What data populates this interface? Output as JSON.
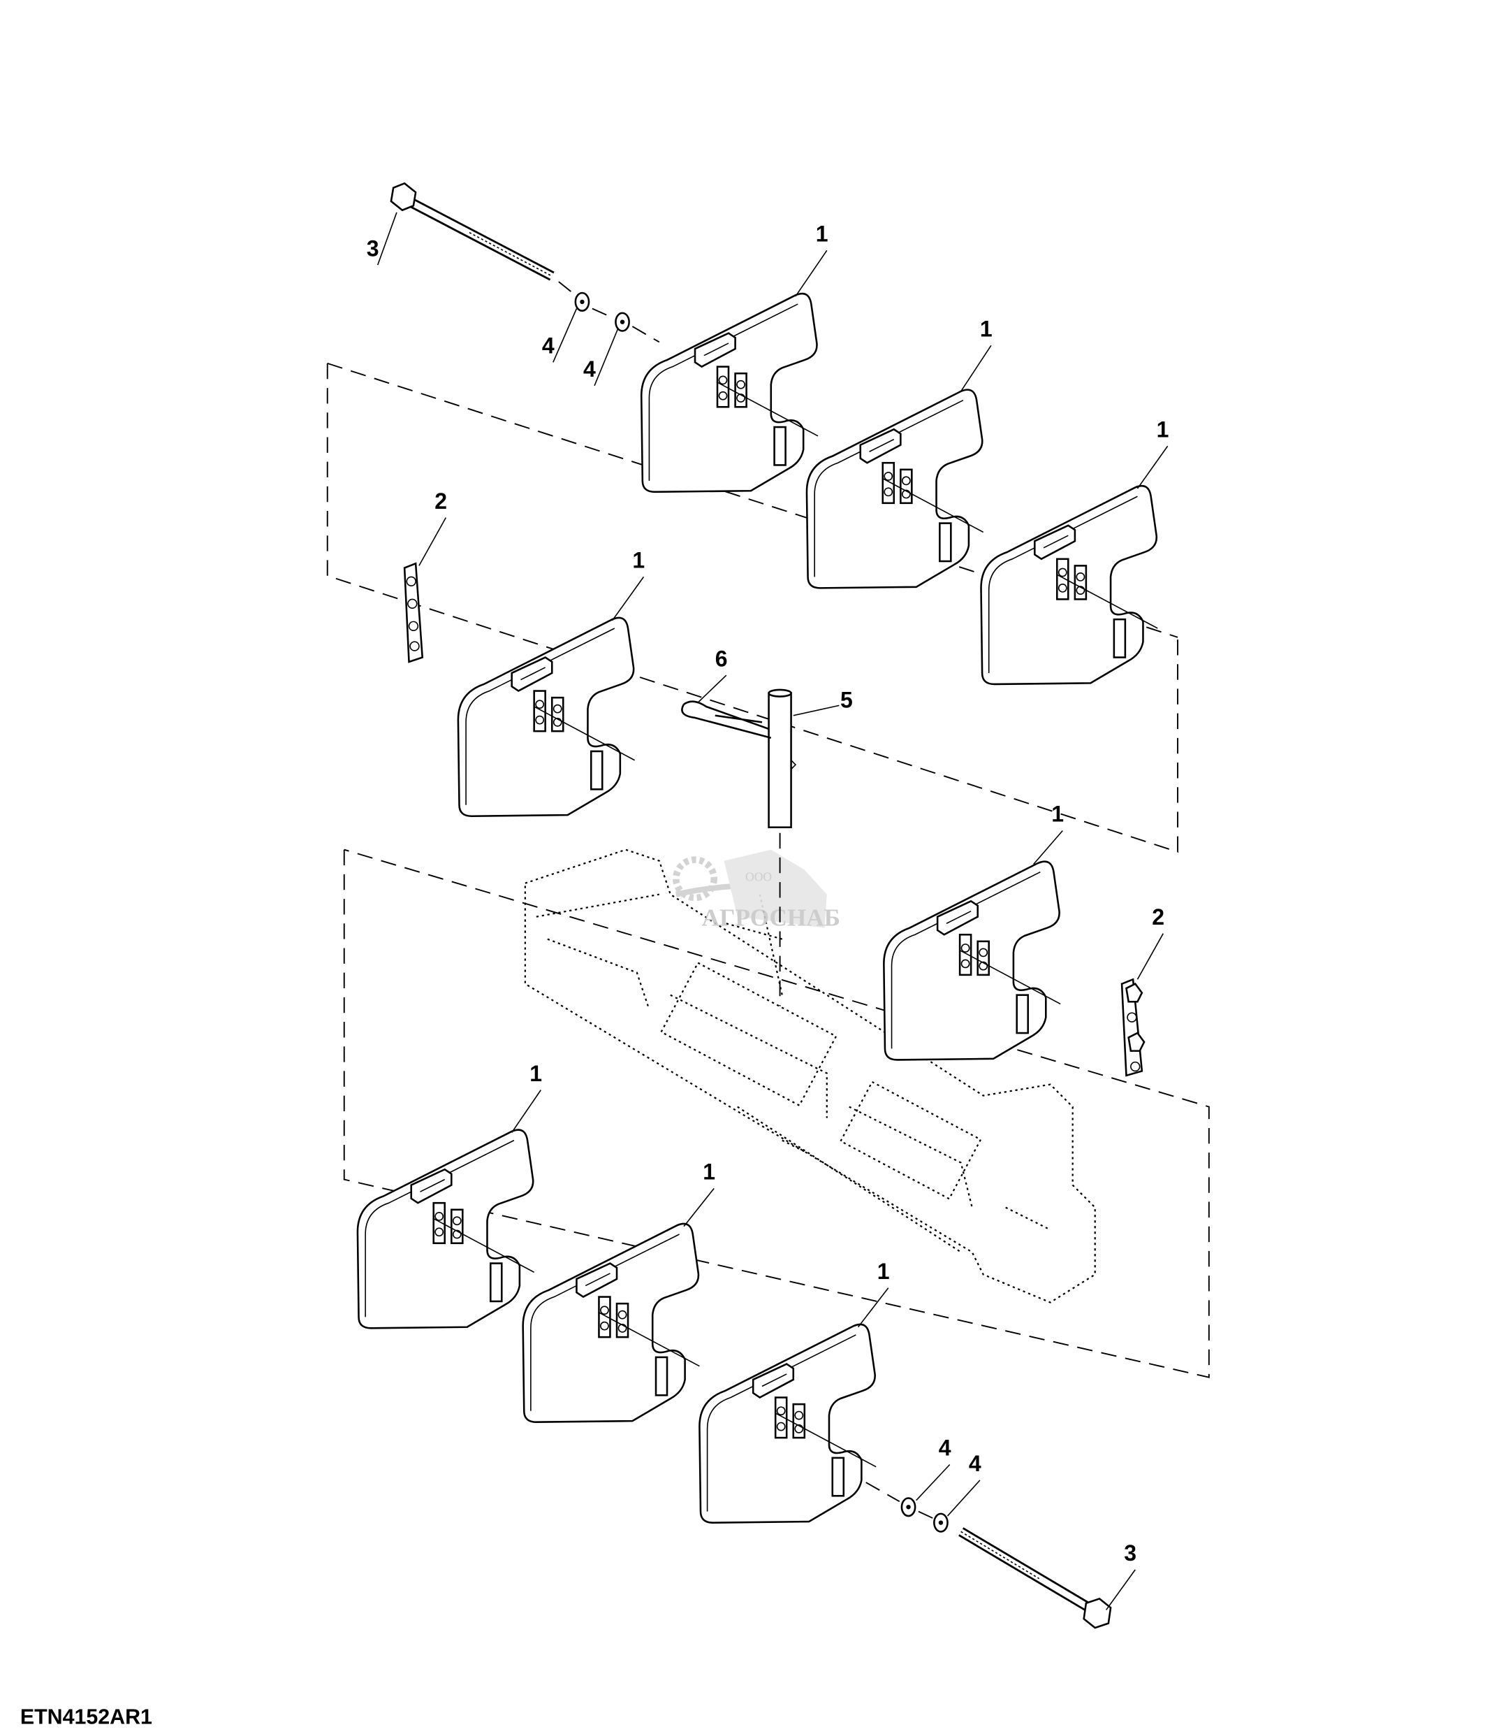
{
  "figure_id": "ETN4152AR1",
  "callouts": {
    "weight": "1",
    "plate": "2",
    "bolt": "3",
    "washer": "4",
    "pin": "5",
    "clip": "6"
  },
  "watermark": {
    "prefix": "ООО",
    "name": "АГРОСНАБ"
  }
}
